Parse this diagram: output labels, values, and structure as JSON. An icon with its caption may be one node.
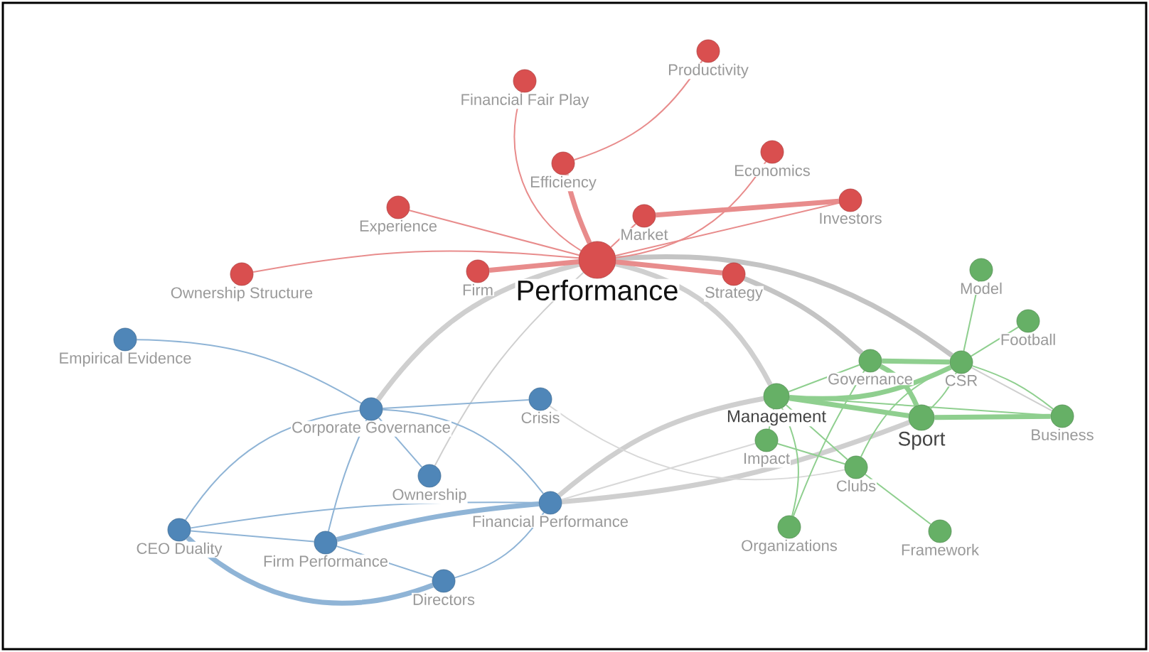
{
  "diagram": {
    "nodes": [
      {
        "text": [
          "Performance"
        ]
      },
      {
        "text": [
          "Financial Fair Play"
        ]
      },
      {
        "text": [
          "Productivity"
        ]
      },
      {
        "text": [
          "Efficiency"
        ]
      },
      {
        "text": [
          "Economics"
        ]
      },
      {
        "text": [
          "Experience"
        ]
      },
      {
        "text": [
          "Market"
        ]
      },
      {
        "text": [
          "Investors"
        ]
      },
      {
        "text": [
          "Ownership Structure"
        ]
      },
      {
        "text": [
          "Firm"
        ]
      },
      {
        "text": [
          "Strategy"
        ]
      },
      {
        "text": [
          "Empirical Evidence"
        ]
      },
      {
        "text": [
          "Corporate Governance"
        ]
      },
      {
        "text": [
          "Crisis"
        ]
      },
      {
        "text": [
          "Ownership"
        ]
      },
      {
        "text": [
          "Financial Performance"
        ]
      },
      {
        "text": [
          "CEO Duality"
        ]
      },
      {
        "text": [
          "Firm Performance"
        ]
      },
      {
        "text": [
          "Directors"
        ]
      },
      {
        "text": [
          "Model"
        ]
      },
      {
        "text": [
          "Football"
        ]
      },
      {
        "text": [
          "Governance"
        ]
      },
      {
        "text": [
          "CSR"
        ]
      },
      {
        "text": [
          "Management"
        ]
      },
      {
        "text": [
          "Sport"
        ]
      },
      {
        "text": [
          "Business"
        ]
      },
      {
        "text": [
          "Impact"
        ]
      },
      {
        "text": [
          "Clubs"
        ]
      },
      {
        "text": [
          "Organizations"
        ]
      },
      {
        "text": [
          "Framework"
        ]
      }
    ],
    "edges": [
      {
        "from": 0,
        "to": 12,
        "arrow": "none",
        "style": "thick",
        "color": "#cfcfcf"
      },
      {
        "from": 0,
        "to": 14,
        "arrow": "none",
        "color": "#cfcfcf"
      },
      {
        "from": 0,
        "to": 23,
        "arrow": "none",
        "style": "thick",
        "color": "#cfcfcf"
      },
      {
        "from": 0,
        "to": 22,
        "arrow": "none",
        "style": "thick",
        "color": "#c4c4c4"
      },
      {
        "from": 10,
        "to": 21,
        "arrow": "none",
        "style": "thick",
        "color": "#c4c4c4"
      },
      {
        "from": 15,
        "to": 23,
        "arrow": "none",
        "style": "thick",
        "color": "#cfcfcf"
      },
      {
        "from": 15,
        "to": 24,
        "arrow": "none",
        "style": "thick",
        "color": "#cfcfcf"
      },
      {
        "from": 15,
        "to": 26,
        "arrow": "none",
        "color": "#d8d8d8"
      },
      {
        "from": 13,
        "to": 27,
        "arrow": "none",
        "color": "#d8d8d8"
      },
      {
        "from": 22,
        "to": 25,
        "arrow": "none",
        "color": "#cfcfcf"
      },
      {
        "from": 0,
        "to": 1,
        "arrow": "none",
        "color": "#e88c8c"
      },
      {
        "from": 0,
        "to": 3,
        "arrow": "none",
        "style": "thick",
        "color": "#e88c8c"
      },
      {
        "from": 3,
        "to": 2,
        "arrow": "none",
        "color": "#e88c8c"
      },
      {
        "from": 0,
        "to": 5,
        "arrow": "none",
        "color": "#e88c8c"
      },
      {
        "from": 0,
        "to": 8,
        "arrow": "none",
        "color": "#e88c8c"
      },
      {
        "from": 0,
        "to": 9,
        "arrow": "none",
        "style": "thick",
        "color": "#e88c8c"
      },
      {
        "from": 0,
        "to": 6,
        "arrow": "none",
        "color": "#e88c8c"
      },
      {
        "from": 0,
        "to": 4,
        "arrow": "none",
        "color": "#e88c8c"
      },
      {
        "from": 6,
        "to": 7,
        "arrow": "none",
        "style": "thick",
        "color": "#e88c8c"
      },
      {
        "from": 0,
        "to": 7,
        "arrow": "none",
        "color": "#e88c8c"
      },
      {
        "from": 0,
        "to": 10,
        "arrow": "none",
        "style": "thick",
        "color": "#e88c8c"
      },
      {
        "from": 11,
        "to": 12,
        "arrow": "none",
        "color": "#8fb4d6"
      },
      {
        "from": 12,
        "to": 13,
        "arrow": "none",
        "color": "#8fb4d6"
      },
      {
        "from": 12,
        "to": 14,
        "arrow": "none",
        "color": "#8fb4d6"
      },
      {
        "from": 12,
        "to": 15,
        "arrow": "none",
        "color": "#8fb4d6"
      },
      {
        "from": 12,
        "to": 16,
        "arrow": "none",
        "color": "#8fb4d6"
      },
      {
        "from": 12,
        "to": 17,
        "arrow": "none",
        "color": "#8fb4d6"
      },
      {
        "from": 16,
        "to": 15,
        "arrow": "none",
        "color": "#8fb4d6"
      },
      {
        "from": 16,
        "to": 17,
        "arrow": "none",
        "color": "#8fb4d6"
      },
      {
        "from": 16,
        "to": 18,
        "arrow": "none",
        "style": "thick",
        "color": "#8fb4d6"
      },
      {
        "from": 17,
        "to": 15,
        "arrow": "none",
        "style": "thick",
        "color": "#8fb4d6"
      },
      {
        "from": 17,
        "to": 18,
        "arrow": "none",
        "color": "#8fb4d6"
      },
      {
        "from": 18,
        "to": 15,
        "arrow": "none",
        "color": "#8fb4d6"
      },
      {
        "from": 19,
        "to": 22,
        "arrow": "none",
        "color": "#8fcf8f"
      },
      {
        "from": 20,
        "to": 22,
        "arrow": "none",
        "color": "#8fcf8f"
      },
      {
        "from": 21,
        "to": 22,
        "arrow": "none",
        "style": "thick",
        "color": "#8fcf8f"
      },
      {
        "from": 21,
        "to": 23,
        "arrow": "none",
        "color": "#8fcf8f"
      },
      {
        "from": 21,
        "to": 24,
        "arrow": "none",
        "style": "thick",
        "color": "#8fcf8f"
      },
      {
        "from": 23,
        "to": 22,
        "arrow": "none",
        "style": "thick",
        "color": "#8fcf8f"
      },
      {
        "from": 22,
        "to": 24,
        "arrow": "none",
        "color": "#8fcf8f"
      },
      {
        "from": 22,
        "to": 25,
        "arrow": "none",
        "color": "#8fcf8f"
      },
      {
        "from": 23,
        "to": 24,
        "arrow": "none",
        "style": "thick",
        "color": "#8fcf8f"
      },
      {
        "from": 23,
        "to": 25,
        "arrow": "none",
        "color": "#8fcf8f"
      },
      {
        "from": 24,
        "to": 25,
        "arrow": "none",
        "style": "thick",
        "color": "#8fcf8f"
      },
      {
        "from": 23,
        "to": 26,
        "arrow": "none",
        "color": "#8fcf8f"
      },
      {
        "from": 23,
        "to": 27,
        "arrow": "none",
        "color": "#8fcf8f"
      },
      {
        "from": 23,
        "to": 28,
        "arrow": "none",
        "color": "#8fcf8f"
      },
      {
        "from": 21,
        "to": 28,
        "arrow": "none",
        "color": "#8fcf8f"
      },
      {
        "from": 22,
        "to": 27,
        "arrow": "none",
        "color": "#8fcf8f"
      },
      {
        "from": 26,
        "to": 27,
        "arrow": "none",
        "color": "#8fcf8f"
      },
      {
        "from": 27,
        "to": 29,
        "arrow": "none",
        "color": "#8fcf8f"
      }
    ]
  }
}
